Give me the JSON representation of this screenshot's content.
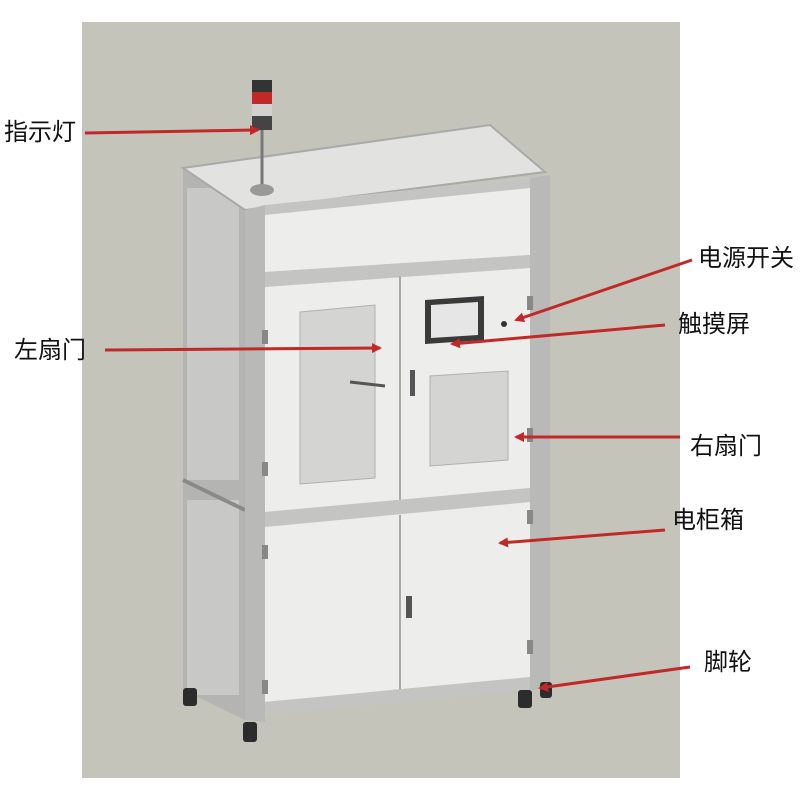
{
  "diagram": {
    "colors": {
      "background_box": "#c5c4ba",
      "cabinet_face": "#ececea",
      "frame": "#c4c5c2",
      "frame_dark": "#9a9b98",
      "glass": "#d4d4d2",
      "screen_frame": "#3a3a3a",
      "screen": "#e6e6e6",
      "arrow": "#c22828",
      "label_text": "#111111"
    },
    "labels": [
      {
        "id": "indicator-light",
        "text": "指示灯"
      },
      {
        "id": "power-switch",
        "text": "电源开关"
      },
      {
        "id": "touch-screen",
        "text": "触摸屏"
      },
      {
        "id": "left-door",
        "text": "左扇门"
      },
      {
        "id": "right-door",
        "text": "右扇门"
      },
      {
        "id": "electric-cabinet",
        "text": "电柜箱"
      },
      {
        "id": "caster",
        "text": "脚轮"
      }
    ]
  }
}
